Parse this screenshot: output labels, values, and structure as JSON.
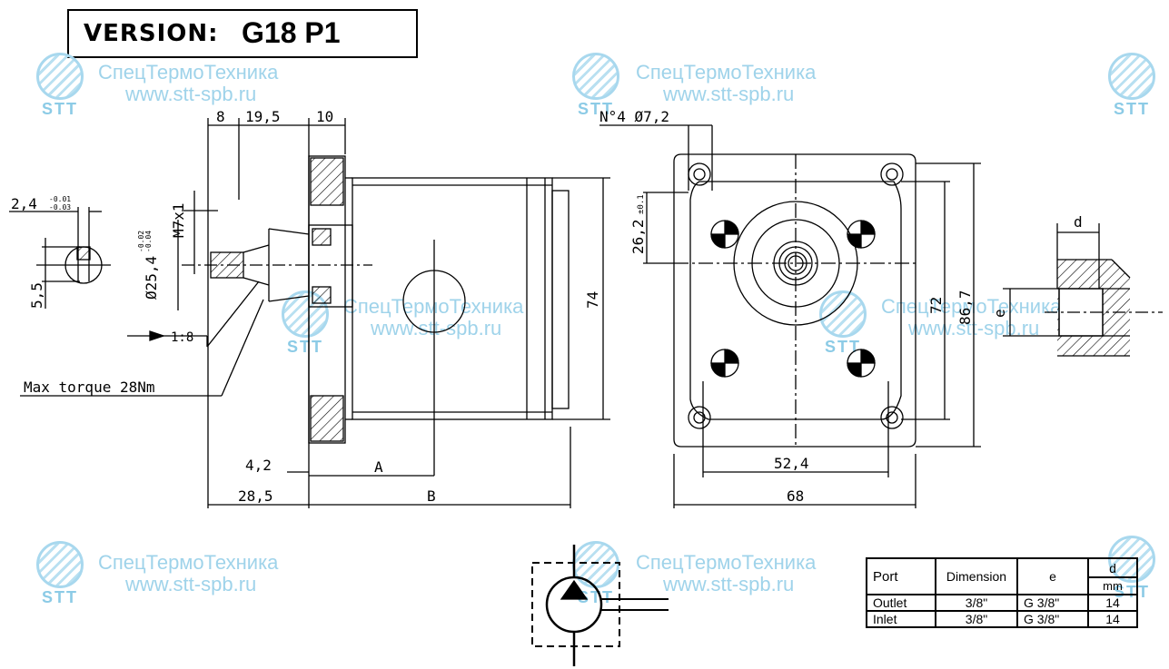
{
  "version": {
    "label": "VERSION:",
    "value": "G18 P1"
  },
  "watermark": {
    "company": "СпецТермоТехника",
    "url": "www.stt-spb.ru",
    "logo_text": "STT"
  },
  "dimensions": {
    "top_8": "8",
    "top_19_5": "19,5",
    "top_10": "10",
    "holes": "N°4  Ø7,2",
    "key_width": "2,4",
    "key_tol_upper": "-0.01",
    "key_tol_lower": "-0.03",
    "shaft_5_5": "5,5",
    "thread": "M7x1",
    "pilot_dia": "Ø25,4",
    "pilot_tol_upper": "-0.02",
    "pilot_tol_lower": "-0.04",
    "taper": "1:8",
    "max_torque": "Max torque 28Nm",
    "dim_4_2": "4,2",
    "dim_A": "A",
    "dim_28_5": "28,5",
    "dim_B": "B",
    "dim_74": "74",
    "dim_26_2": "26,2",
    "dim_26_2_tol": "±0.1",
    "dim_72": "72",
    "dim_86_7": "86,7",
    "dim_52_4": "52,4",
    "dim_68": "68",
    "port_d": "d",
    "port_e": "e"
  },
  "port_table": {
    "headers": {
      "port": "Port",
      "dimension": "Dimension",
      "e": "e",
      "d": "d",
      "d_unit": "mm"
    },
    "rows": [
      {
        "port": "Outlet",
        "dimension": "3/8\"",
        "e": "G 3/8\"",
        "d": "14"
      },
      {
        "port": "Inlet",
        "dimension": "3/8\"",
        "e": "G 3/8\"",
        "d": "14"
      }
    ]
  }
}
